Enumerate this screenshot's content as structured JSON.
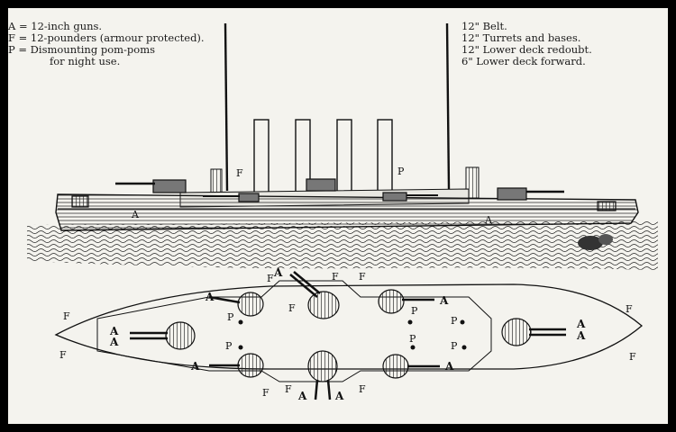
{
  "legend_left": [
    {
      "text": "A = 12-inch guns."
    },
    {
      "text": "F = 12-pounders (armour protected)."
    },
    {
      "text": "P = Dismounting pom-poms"
    },
    {
      "text": "for night use.",
      "indent": true
    }
  ],
  "legend_right": [
    {
      "text": "12\" Belt."
    },
    {
      "text": "12\" Turrets and bases."
    },
    {
      "text": "12\" Lower deck redoubt."
    },
    {
      "text": "6\" Lower deck forward."
    }
  ],
  "markers": {
    "gun": "A",
    "twelve_pounder": "F",
    "pom_pom": "P"
  },
  "colors": {
    "background": "#000000",
    "paper": "#f4f3ee",
    "ink": "#1a1a1a"
  }
}
